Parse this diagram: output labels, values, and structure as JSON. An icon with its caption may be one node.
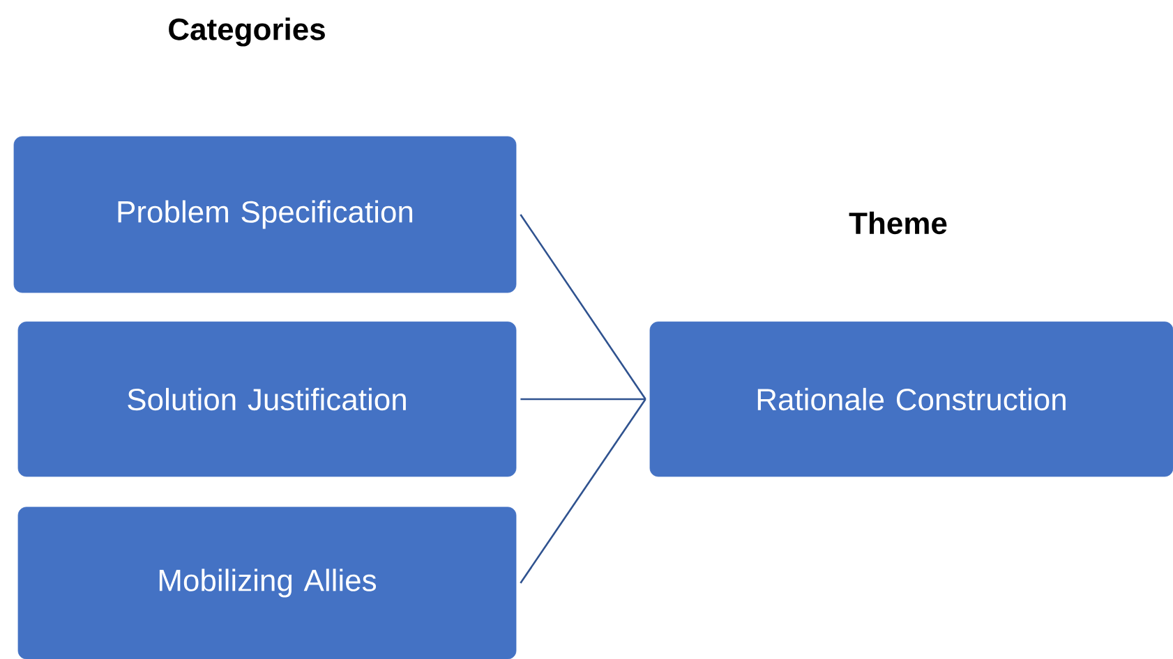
{
  "diagram": {
    "nodes": [
      {
        "text": [
          "Problem Specification"
        ]
      },
      {
        "text": [
          "Solution Justification"
        ]
      },
      {
        "text": [
          "Mobilizing Allies"
        ]
      },
      {
        "text": [
          "Rationale Construction"
        ]
      }
    ],
    "edges": [
      {
        "from": 0,
        "to": 3,
        "arrow": "none"
      },
      {
        "from": 1,
        "to": 3,
        "arrow": "none"
      },
      {
        "from": 2,
        "to": 3,
        "arrow": "none"
      }
    ],
    "labels": [
      "Categories",
      "Theme"
    ]
  }
}
